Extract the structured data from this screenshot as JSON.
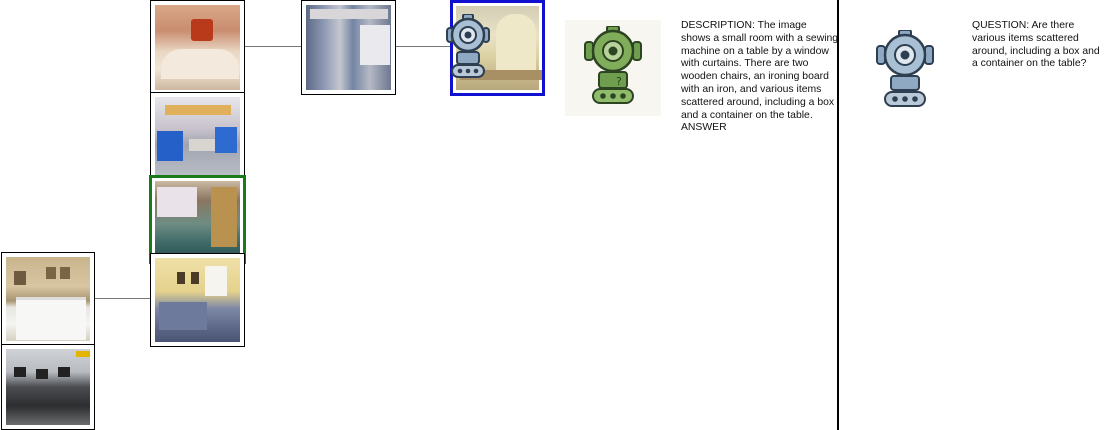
{
  "description": {
    "label": "DESCRIPTION:",
    "text": "The image shows a small room with a sewing machine on a table by a window with curtains. There are two wooden chairs, an ironing board with an iron, and various items scattered around, including a box and a container on the table.",
    "answer_label": "ANSWER"
  },
  "question": {
    "label": "QUESTION:",
    "text": "Are there various items scattered around, including a box and a container on the table?"
  },
  "icons": {
    "robot_blue": "robot-icon",
    "robot_green": "robot-question-icon"
  },
  "colors": {
    "selected_blue": "#1010d0",
    "selected_green": "#1a7a1a",
    "robot_blue_body": "#8fa9c2",
    "robot_green_body": "#6e9e4e"
  }
}
